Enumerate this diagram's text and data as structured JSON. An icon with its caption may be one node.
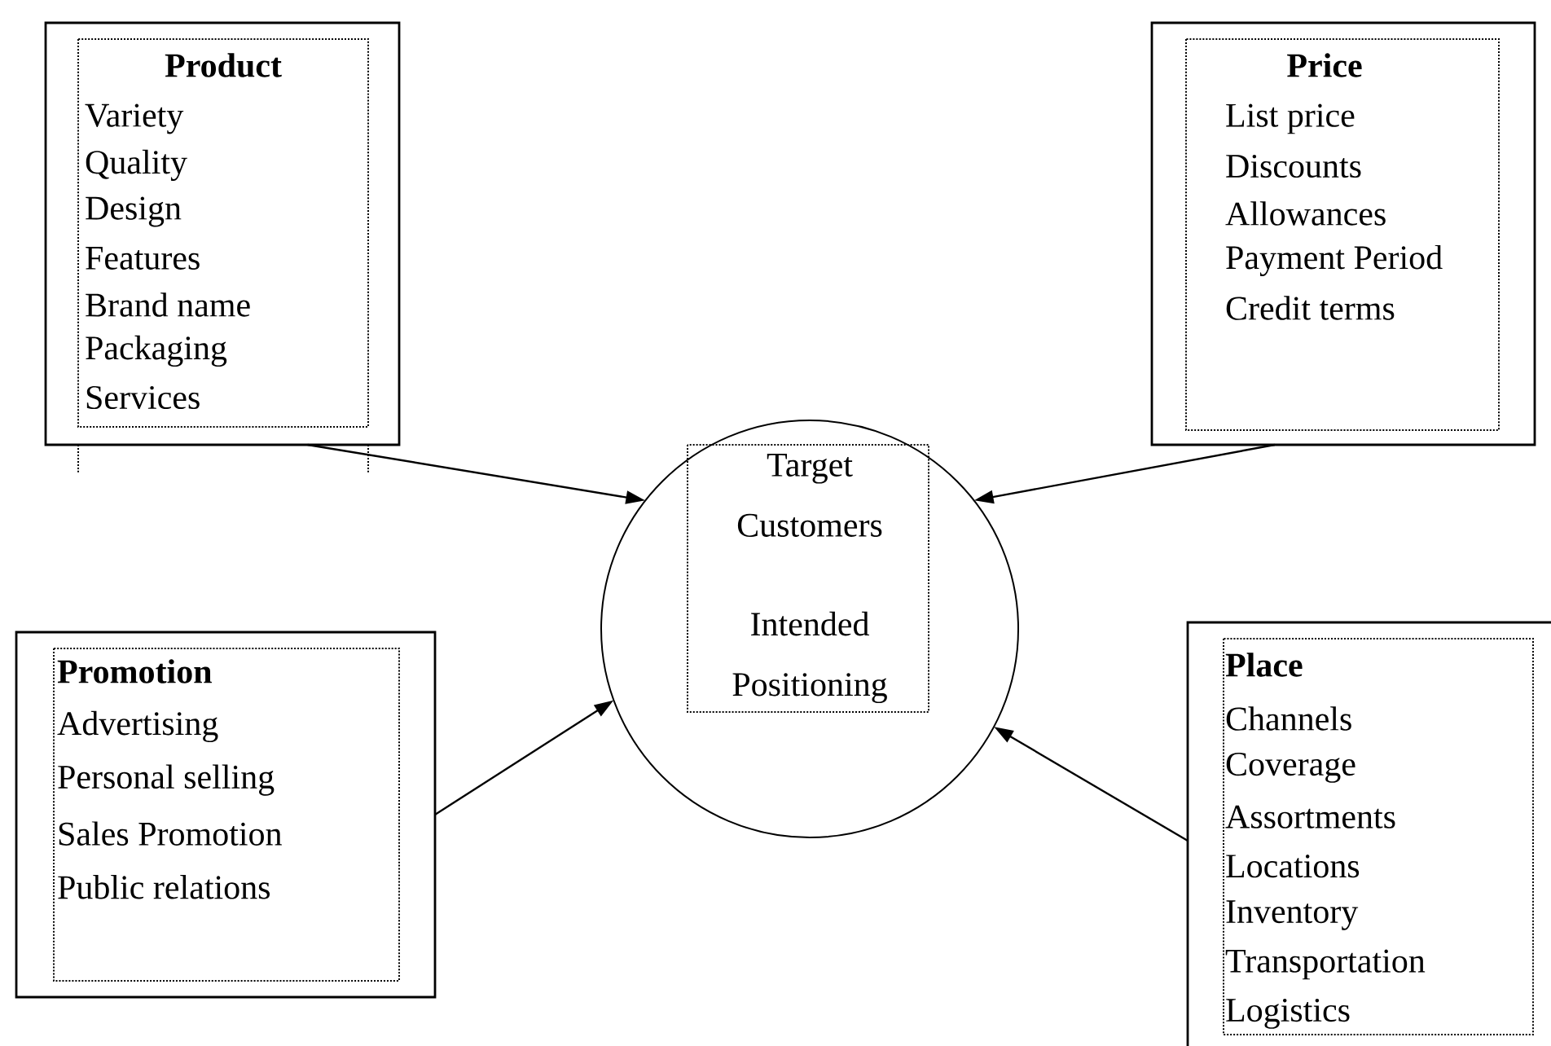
{
  "diagram": {
    "nodes": [
      {
        "text": [
          "Product",
          "Variety",
          "Quality",
          "Design",
          "Features",
          "Brand name",
          "Packaging",
          "Services"
        ]
      },
      {
        "text": [
          "Price",
          "List price",
          "Discounts",
          "Allowances",
          "Payment Period",
          "Credit terms"
        ]
      },
      {
        "text": [
          "Target Customers",
          "Intended Positioning"
        ]
      },
      {
        "text": [
          "Promotion",
          "Advertising",
          "Personal selling",
          "Sales Promotion",
          "Public relations"
        ]
      },
      {
        "text": [
          "Place",
          "Channels",
          "Coverage",
          "Assortments",
          "Locations",
          "Inventory",
          "Transportation",
          "Logistics"
        ]
      }
    ],
    "edges": [
      {
        "from": 0,
        "to": 2,
        "arrow": "to"
      },
      {
        "from": 1,
        "to": 2,
        "arrow": "to"
      },
      {
        "from": 3,
        "to": 2,
        "arrow": "to"
      },
      {
        "from": 4,
        "to": 2,
        "arrow": "to"
      }
    ]
  }
}
